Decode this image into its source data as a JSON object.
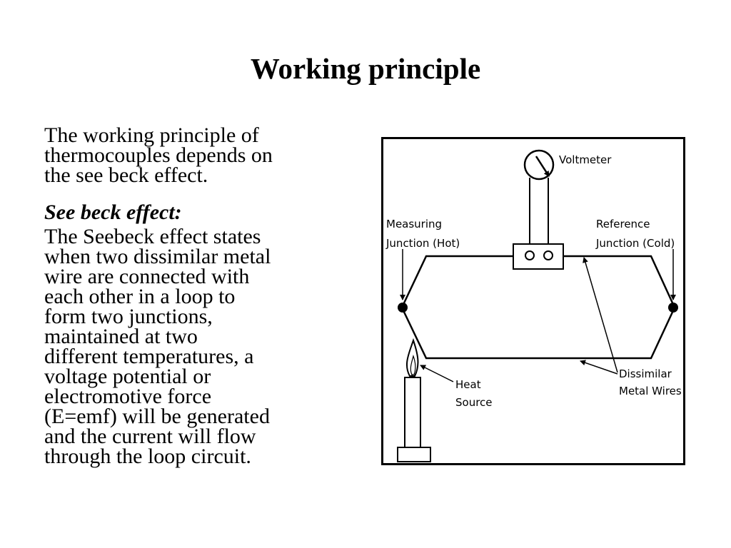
{
  "slide": {
    "title": "Working principle"
  },
  "body": {
    "intro_lines": [
      "The working principle of",
      "thermocouples depends on",
      "the see beck effect."
    ],
    "subheading": "See beck effect:",
    "description_lines": [
      "The Seebeck effect states",
      "when two dissimilar metal",
      "wire are connected with",
      "each other in a loop to",
      "form two junctions,",
      "maintained at two",
      "different temperatures, a",
      "voltage potential or",
      "electromotive force",
      "(E=emf) will be generated",
      "and the current will flow",
      "through the loop circuit."
    ]
  },
  "figure": {
    "labels": {
      "voltmeter": "Voltmeter",
      "measuring_1": "Measuring",
      "measuring_2": "Junction (Hot)",
      "reference_1": "Reference",
      "reference_2": "Junction (Cold)",
      "heat_1": "Heat",
      "heat_2": "Source",
      "wires_1": "Dissimilar",
      "wires_2": "Metal Wires"
    }
  }
}
